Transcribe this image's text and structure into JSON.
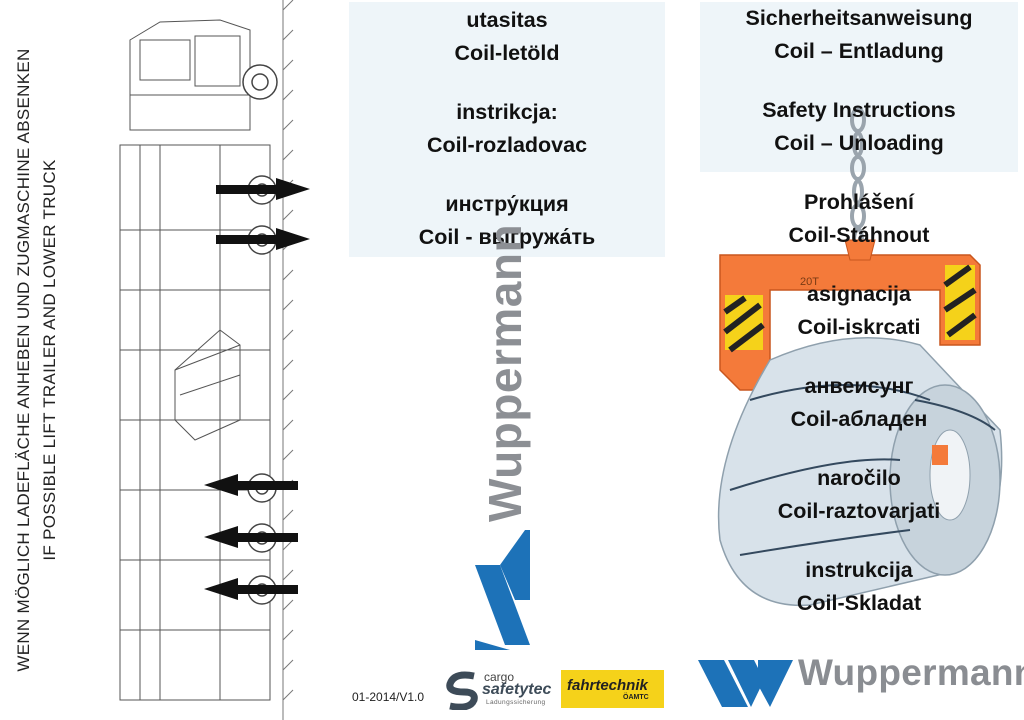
{
  "side_text": {
    "line1": "WENN MÖGLICH LADEFLÄCHE ANHEBEN UND ZUGMASCHINE ABSENKEN",
    "line2": "IF POSSIBLE LIFT TRAILER AND LOWER TRUCK"
  },
  "middle_column": {
    "blocks": [
      {
        "title": "utasitas",
        "subtitle": "Coil-letöld"
      },
      {
        "title": "instrikcja:",
        "subtitle": "Coil-rozladovac"
      },
      {
        "title": "инстру́кция",
        "subtitle": "Coil - выгружа́ть"
      }
    ],
    "vertical_brand": "Wuppermann"
  },
  "right_column": {
    "blocks": [
      {
        "title": "Sicherheitsanweisung",
        "subtitle": "Coil – Entladung"
      },
      {
        "title": "Safety Instructions",
        "subtitle": "Coil – Unloading"
      },
      {
        "title": "Prohlášení",
        "subtitle": "Coil-Stáhnout"
      },
      {
        "title": "asignacija",
        "subtitle": "Coil-iskrcati"
      },
      {
        "title": "анвеисунг",
        "subtitle": "Coil-абладен"
      },
      {
        "title": "naročilo",
        "subtitle": "Coil-raztovarjati"
      },
      {
        "title": "instrukcija",
        "subtitle": "Coil-Skladat"
      }
    ],
    "crane_label": "20T"
  },
  "footer": {
    "version": "01-2014/V1.0",
    "cargo_logo_word1": "cargo",
    "cargo_logo_word2": "safetytec",
    "cargo_logo_sub": "Ladungssicherung",
    "fahrtechnik_word": "fahrtechnik",
    "fahrtechnik_sub": "ÖAMTC",
    "brand_name": "Wuppermann"
  },
  "colors": {
    "brand_blue": "#1d72b8",
    "brand_gray": "#8a8d92",
    "hook_orange": "#f47a3a",
    "panel_bg": "#eef5f9",
    "coil_steel": "#d8e2ea",
    "fahrtechnik_yellow": "#f5d21a"
  }
}
